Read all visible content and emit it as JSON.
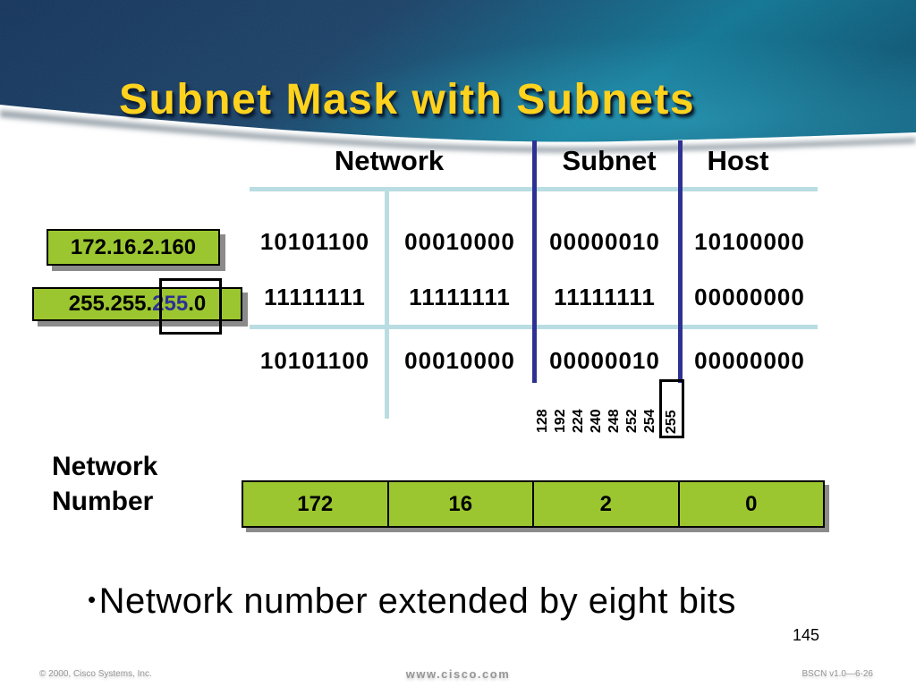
{
  "slide": {
    "title": "Subnet Mask with Subnets",
    "bullet_char": "•",
    "bullet_text": "Network number extended by eight bits",
    "page_number": "145"
  },
  "colors": {
    "band_navy": "#14335a",
    "band_teal": "#0f7492",
    "title_yellow": "#ffd21e",
    "green": "#9cc62f",
    "navy_blue": "#2e3192",
    "light_blue": "#b9dde2"
  },
  "table": {
    "headers": [
      {
        "label": "Network"
      },
      {
        "label": "Subnet"
      },
      {
        "label": "Host"
      }
    ],
    "rows": [
      {
        "cells": [
          {
            "text": "10101100",
            "blue": false
          },
          {
            "text": "00010000",
            "blue": false
          },
          {
            "text": "00000010",
            "blue": false
          },
          {
            "text": "10100000",
            "blue": false
          }
        ]
      },
      {
        "cells": [
          {
            "text": "11111111",
            "blue": false
          },
          {
            "text": "11111111",
            "blue": false
          },
          {
            "text": "11111111",
            "blue": true
          },
          {
            "text": "00000000",
            "blue": false
          }
        ]
      },
      {
        "cells": [
          {
            "text": "10101100",
            "blue": false
          },
          {
            "text": "00010000",
            "blue": false
          },
          {
            "text": "00000010",
            "blue": true
          },
          {
            "text": "00000000",
            "blue": false
          }
        ]
      }
    ]
  },
  "address_box": {
    "value": "172.16.2.160"
  },
  "mask_box": {
    "prefix": "255.255.",
    "highlight": "255",
    "suffix": ".0"
  },
  "subnet_scale": {
    "values": [
      {
        "v": "128",
        "blue": false
      },
      {
        "v": "192",
        "blue": false
      },
      {
        "v": "224",
        "blue": false
      },
      {
        "v": "240",
        "blue": false
      },
      {
        "v": "248",
        "blue": false
      },
      {
        "v": "252",
        "blue": false
      },
      {
        "v": "254",
        "blue": false
      },
      {
        "v": "255",
        "blue": true
      }
    ]
  },
  "network_number": {
    "label_line1": "Network",
    "label_line2": "Number",
    "values": [
      {
        "v": "172"
      },
      {
        "v": "16"
      },
      {
        "v": "2"
      },
      {
        "v": "0"
      }
    ]
  },
  "footer": {
    "copyright": "© 2000, Cisco Systems, Inc.",
    "url": "www.cisco.com",
    "doc_id": "BSCN v1.0—6-26"
  }
}
